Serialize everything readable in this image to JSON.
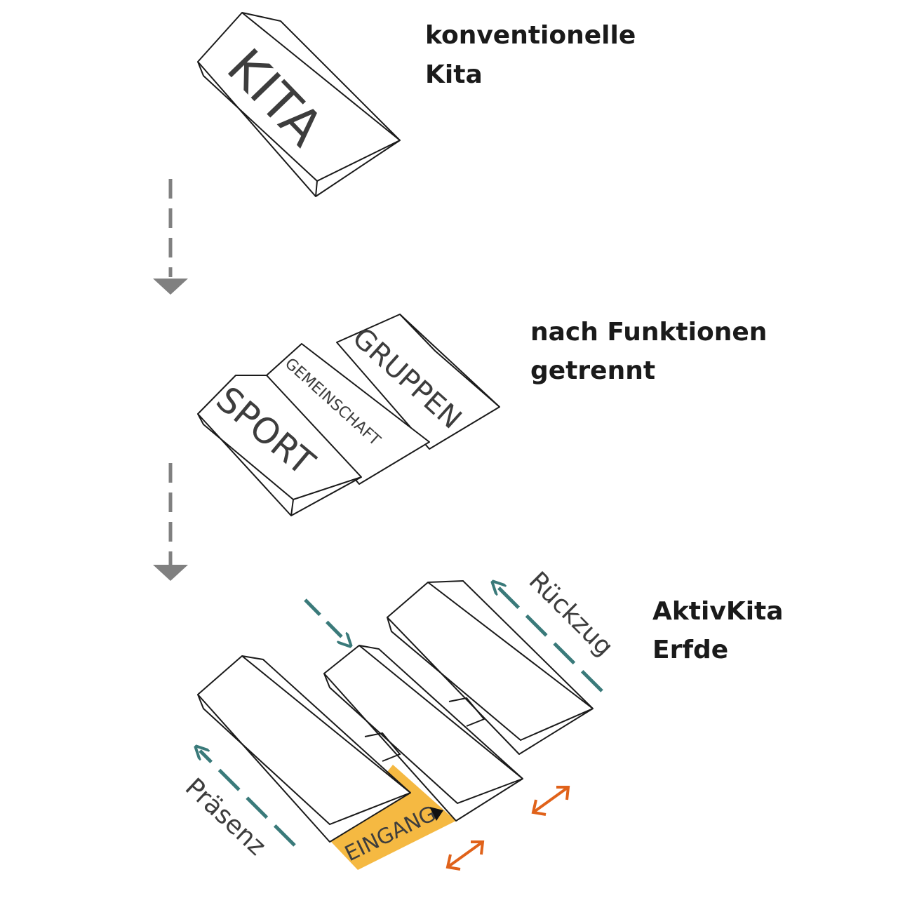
{
  "stages": [
    {
      "caption": [
        "konventionelle",
        "Kita"
      ],
      "labels": [
        "KITA"
      ]
    },
    {
      "caption": [
        "nach Funktionen",
        "getrennt"
      ],
      "labels": [
        "SPORT",
        "GEMEINSCHAFT",
        "GRUPPEN"
      ]
    },
    {
      "caption": [
        "AktivKita",
        "Erfde"
      ],
      "labels": [
        "EINGANG",
        "Präsenz",
        "Rückzug"
      ]
    }
  ],
  "colors": {
    "arrow_gray": "#808080",
    "teal": "#3a7a7a",
    "orange": "#e0621a",
    "entrance_fill": "#f5b942",
    "outline": "#1a1a1a",
    "label_text": "#3d3d3d"
  },
  "icons": [
    "flow-down-arrow",
    "double-headed-arrow",
    "direction-arrow"
  ]
}
